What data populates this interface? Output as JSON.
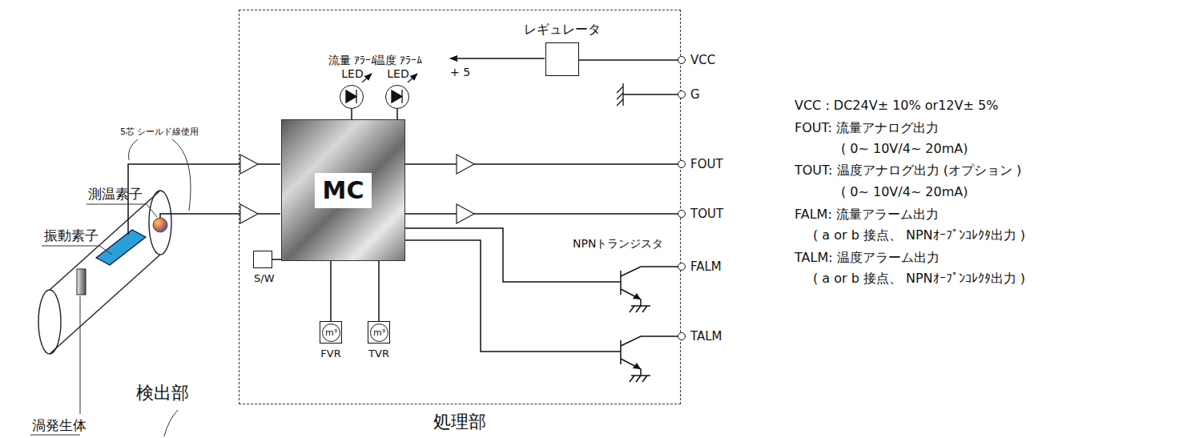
{
  "diagram": {
    "nodes": [
      {
        "text": [
          "処理部"
        ]
      },
      {
        "text": [
          "流量 ｱﾗｰﾑ LED"
        ],
        "in": 0
      },
      {
        "text": [
          "温度 ｱﾗｰﾑ LED"
        ],
        "in": 0
      },
      {
        "text": [
          "レギュレータ"
        ],
        "in": 0
      },
      {
        "text": [
          "VCC"
        ]
      },
      {
        "text": [
          "G"
        ]
      },
      {
        "text": [
          "MC"
        ],
        "in": 0
      },
      {
        "text": [
          "FOUT"
        ]
      },
      {
        "text": [
          "TOUT"
        ]
      },
      {
        "text": [
          "S/W"
        ],
        "in": 0
      },
      {
        "text": [
          "FALM"
        ]
      },
      {
        "text": [
          "TALM"
        ]
      },
      {
        "text": [
          "m³",
          "FVR"
        ],
        "in": 0
      },
      {
        "text": [
          "m³",
          "TVR"
        ],
        "in": 0
      }
    ],
    "edges": [
      {
        "from": 1,
        "to": 6,
        "arrow": "none"
      },
      {
        "from": 2,
        "to": 6,
        "arrow": "none"
      },
      {
        "from": 3,
        "to": 4,
        "arrow": "none"
      },
      {
        "from": 6,
        "to": 7,
        "arrow": "none"
      },
      {
        "from": 6,
        "to": 8,
        "arrow": "none"
      },
      {
        "from": 9,
        "to": 6,
        "arrow": "none"
      },
      {
        "from": 12,
        "to": 6,
        "arrow": "none"
      },
      {
        "from": 13,
        "to": 6,
        "arrow": "none"
      }
    ],
    "labels": [
      "+ 5",
      "5芯 シールド線使用",
      "測温素子",
      "振動素子",
      "渦発生体",
      "検出部",
      "NPNトランジスタ",
      "VCC : DC24V± 10% or12V± 5%",
      "FOUT: 流量アナログ出力",
      "( 0~ 10V/4~ 20mA)",
      "TOUT: 温度アナログ出力 (オプション )",
      "( 0~ 10V/4~ 20mA)",
      "FALM: 流量アラーム出力",
      "( a or b 接点、 NPNｵｰﾌﾟﾝｺﾚｸﾀ出力 )",
      "TALM: 温度アラーム出力",
      "( a or b 接点、 NPNｵｰﾌﾟﾝｺﾚｸﾀ出力 )"
    ]
  }
}
